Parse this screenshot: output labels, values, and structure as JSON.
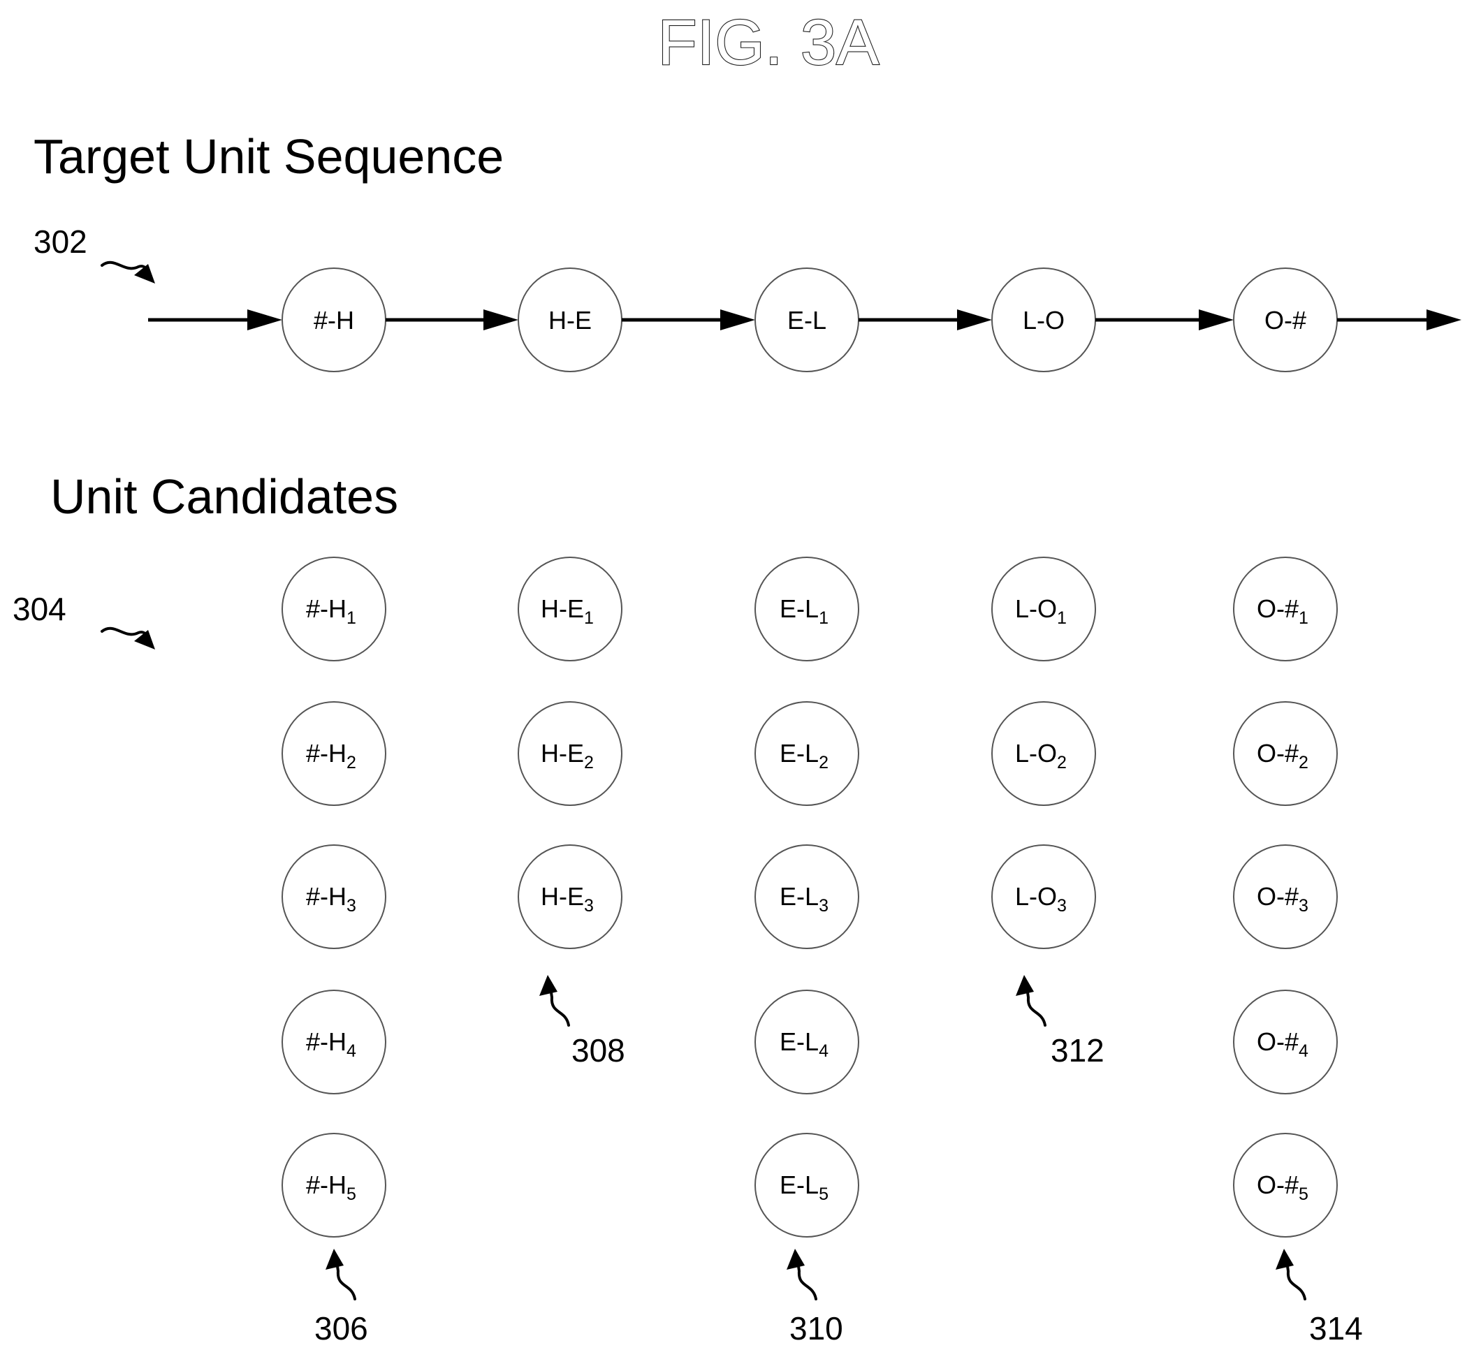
{
  "figure": {
    "title": "FIG. 3A",
    "target_heading": "Target Unit Sequence",
    "candidates_heading": "Unit Candidates"
  },
  "target_sequence": {
    "ref": "302",
    "nodes": [
      "#-H",
      "H-E",
      "E-L",
      "L-O",
      "O-#"
    ]
  },
  "unit_candidates": {
    "ref": "304",
    "columns": [
      {
        "ref": "306",
        "base": "#-H",
        "subscripts": [
          "1",
          "2",
          "3",
          "4",
          "5"
        ]
      },
      {
        "ref": "308",
        "base": "H-E",
        "subscripts": [
          "1",
          "2",
          "3"
        ]
      },
      {
        "ref": "310",
        "base": "E-L",
        "subscripts": [
          "1",
          "2",
          "3",
          "4",
          "5"
        ]
      },
      {
        "ref": "312",
        "base": "L-O",
        "subscripts": [
          "1",
          "2",
          "3"
        ]
      },
      {
        "ref": "314",
        "base": "O-#",
        "subscripts": [
          "1",
          "2",
          "3",
          "4",
          "5"
        ]
      }
    ]
  }
}
